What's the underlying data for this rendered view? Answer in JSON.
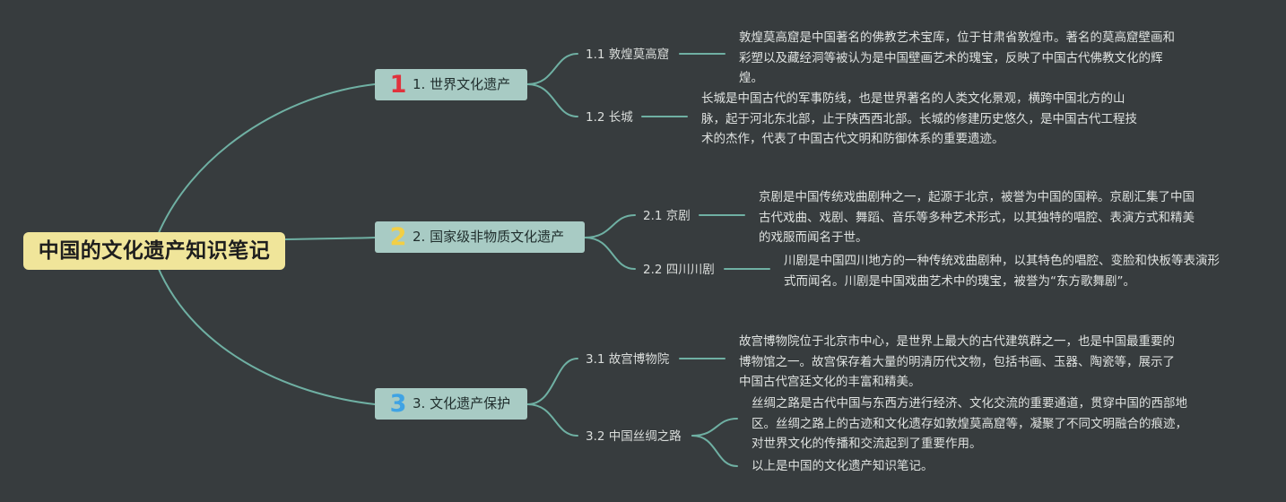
{
  "root": {
    "title": "中国的文化遗产知识笔记"
  },
  "branches": [
    {
      "number": "1",
      "label": "1. 世界文化遗产",
      "number_color": "#e0323c",
      "subs": [
        {
          "label": "1.1 敦煌莫高窟",
          "desc": "敦煌莫高窟是中国著名的佛教艺术宝库，位于甘肃省敦煌市。著名的莫高窟壁画和彩塑以及藏经洞等被认为是中国壁画艺术的瑰宝，反映了中国古代佛教文化的辉煌。"
        },
        {
          "label": "1.2 长城",
          "desc": "长城是中国古代的军事防线，也是世界著名的人类文化景观，横跨中国北方的山脉，起于河北东北部，止于陕西西北部。长城的修建历史悠久，是中国古代工程技术的杰作，代表了中国古代文明和防御体系的重要遗迹。"
        }
      ]
    },
    {
      "number": "2",
      "label": "2. 国家级非物质文化遗产",
      "number_color": "#f2cf45",
      "subs": [
        {
          "label": "2.1 京剧",
          "desc": "京剧是中国传统戏曲剧种之一，起源于北京，被誉为中国的国粹。京剧汇集了中国古代戏曲、戏剧、舞蹈、音乐等多种艺术形式，以其独特的唱腔、表演方式和精美的戏服而闻名于世。"
        },
        {
          "label": "2.2 四川川剧",
          "desc": "川剧是中国四川地方的一种传统戏曲剧种，以其特色的唱腔、变脸和快板等表演形式而闻名。川剧是中国戏曲艺术中的瑰宝，被誉为“东方歌舞剧”。"
        }
      ]
    },
    {
      "number": "3",
      "label": "3. 文化遗产保护",
      "number_color": "#3fa3e4",
      "subs": [
        {
          "label": "3.1 故宫博物院",
          "desc": "故宫博物院位于北京市中心，是世界上最大的古代建筑群之一，也是中国最重要的博物馆之一。故宫保存着大量的明清历代文物，包括书画、玉器、陶瓷等，展示了中国古代宫廷文化的丰富和精美。"
        },
        {
          "label": "3.2 中国丝绸之路",
          "desc": "丝绸之路是古代中国与东西方进行经济、文化交流的重要通道，贯穿中国的西部地区。丝绸之路上的古迹和文化遗存如敦煌莫高窟等，凝聚了不同文明融合的痕迹，对世界文化的传播和交流起到了重要作用。",
          "note": "以上是中国的文化遗产知识笔记。"
        }
      ]
    }
  ],
  "colors": {
    "background": "#373c3e",
    "line": "#6fb0a3",
    "root_fill": "#f0e59a",
    "branch_fill": "#a8cbc4"
  }
}
